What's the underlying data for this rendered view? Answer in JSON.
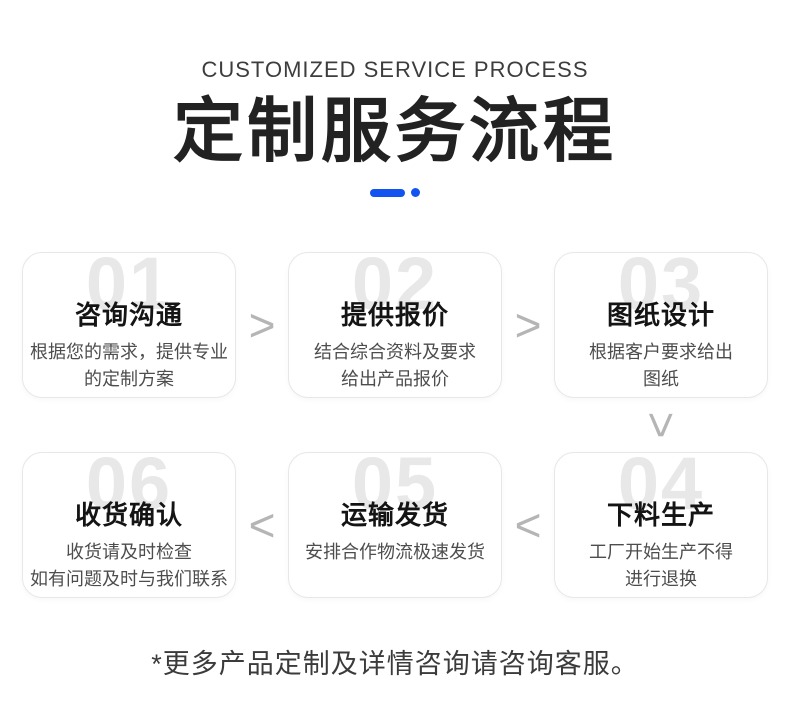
{
  "header": {
    "subtitle": "CUSTOMIZED SERVICE PROCESS",
    "title": "定制服务流程"
  },
  "steps": [
    {
      "number": "01",
      "title": "咨询沟通",
      "desc": "根据您的需求，提供专业\n的定制方案"
    },
    {
      "number": "02",
      "title": "提供报价",
      "desc": "结合综合资料及要求\n给出产品报价"
    },
    {
      "number": "03",
      "title": "图纸设计",
      "desc": "根据客户要求给出\n图纸"
    },
    {
      "number": "04",
      "title": "下料生产",
      "desc": "工厂开始生产不得\n进行退换"
    },
    {
      "number": "05",
      "title": "运输发货",
      "desc": "安排合作物流极速发货"
    },
    {
      "number": "06",
      "title": "收货确认",
      "desc": "收货请及时检查\n如有问题及时与我们联系"
    }
  ],
  "arrows": {
    "right": ">",
    "left": "<",
    "down": ">"
  },
  "footer": {
    "note": "*更多产品定制及详情咨询请咨询客服。"
  },
  "colors": {
    "accent_blue": "#1254f0",
    "number_gray": "#e8e8e8",
    "arrow_gray": "#b5b5b5",
    "title_black": "#222222"
  }
}
